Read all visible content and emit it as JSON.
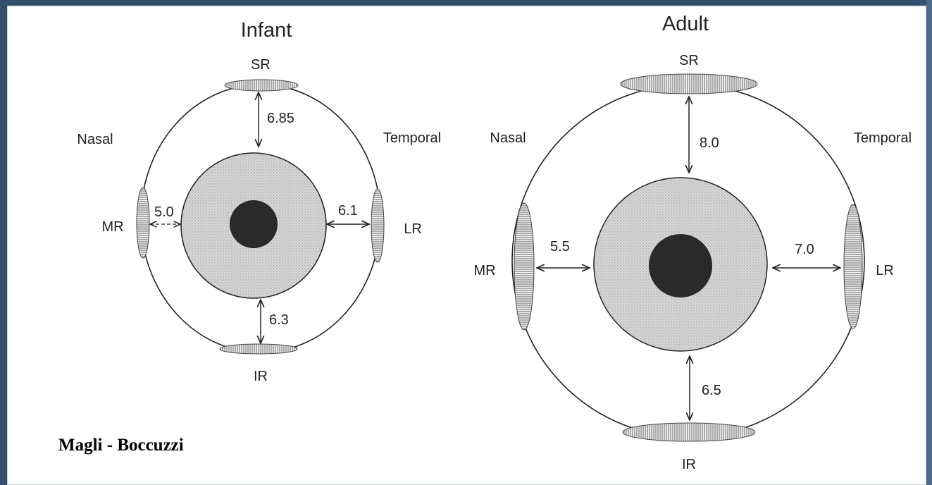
{
  "infant": {
    "title": "Infant",
    "labels": {
      "sr": "SR",
      "ir": "IR",
      "mr": "MR",
      "lr": "LR",
      "nasal": "Nasal",
      "temporal": "Temporal"
    },
    "distances_mm": {
      "sr": "6.85",
      "ir": "6.3",
      "mr": "5.0",
      "lr": "6.1"
    }
  },
  "adult": {
    "title": "Adult",
    "labels": {
      "sr": "SR",
      "ir": "IR",
      "mr": "MR",
      "lr": "LR",
      "nasal": "Nasal",
      "temporal": "Temporal"
    },
    "distances_mm": {
      "sr": "8.0",
      "ir": "6.5",
      "mr": "5.5",
      "lr": "7.0"
    }
  },
  "credit": "Magli - Boccuzzi",
  "colors": {
    "iris": "#cfcfcf",
    "pupil": "#2a2a2a",
    "line": "#222222",
    "frame": "#35506e"
  }
}
